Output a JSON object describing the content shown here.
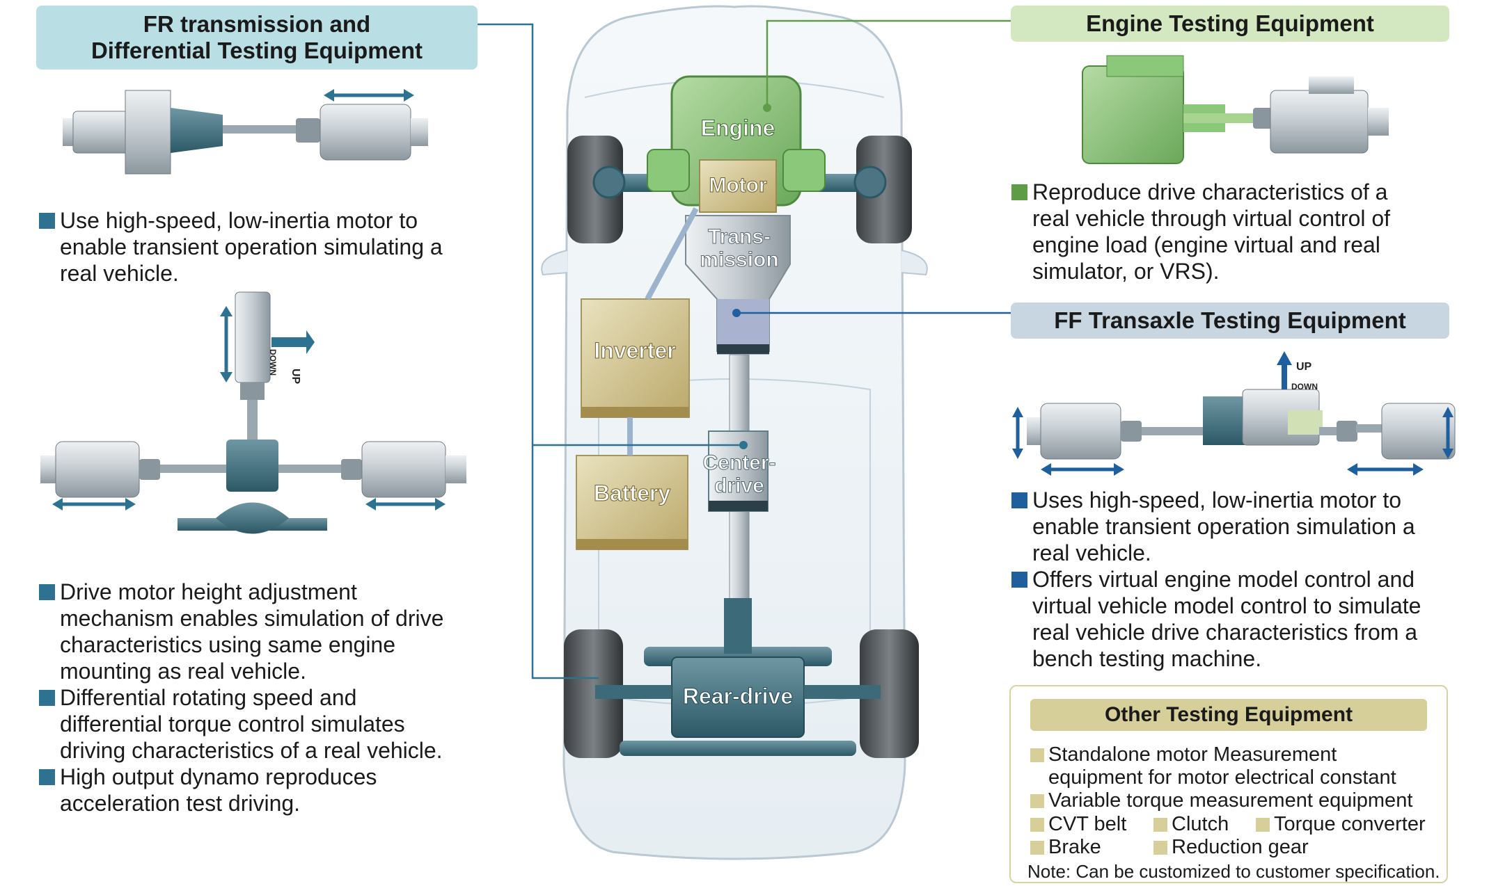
{
  "fr_section": {
    "title": "FR transmission and\nDifferential Testing Equipment",
    "bullets": [
      "Use high-speed, low-inertia motor to enable transient operation simulating a real vehicle.",
      "Drive motor height adjustment mechanism enables simulation of drive characteristics using same engine mounting as real vehicle.",
      "Differential rotating speed and differential torque control simulates driving characteristics of a real vehicle.",
      "High output dynamo reproduces acceleration test driving."
    ],
    "bullet_lines": [
      [
        "Use high-speed, low-inertia motor to",
        "enable transient operation simulating a",
        "real vehicle."
      ],
      [
        "Drive motor height adjustment",
        "mechanism enables simulation of drive",
        "characteristics using same engine",
        "mounting as real vehicle."
      ],
      [
        "Differential rotating speed and",
        "differential torque control simulates",
        "driving characteristics of a real vehicle."
      ],
      [
        "High output dynamo reproduces",
        "acceleration test driving."
      ]
    ],
    "arrow_labels": {
      "up": "UP",
      "down": "DOWN"
    }
  },
  "engine_section": {
    "title": "Engine Testing Equipment",
    "bullet_lines": [
      [
        "Reproduce drive characteristics of a",
        "real vehicle through virtual control of",
        "engine load (engine virtual and real",
        "simulator, or VRS)."
      ]
    ]
  },
  "ff_section": {
    "title": "FF Transaxle Testing Equipment",
    "bullet_lines": [
      [
        "Uses high-speed, low-inertia motor to",
        "enable transient operation simulation a",
        "real vehicle."
      ],
      [
        "Offers virtual engine model control and",
        "virtual vehicle model control to simulate",
        "real vehicle drive characteristics from a",
        "bench testing machine."
      ]
    ],
    "arrow_labels": {
      "up": "UP",
      "down": "DOWN"
    }
  },
  "other_section": {
    "title": "Other Testing Equipment",
    "items": [
      "Standalone motor  Measurement",
      "equipment for motor electrical constant",
      "Variable torque measurement equipment",
      "CVT belt",
      "Clutch",
      "Torque converter",
      "Brake",
      "Reduction gear"
    ],
    "note": "Note: Can be customized to customer specification."
  },
  "car_components": {
    "engine": "Engine",
    "motor": "Motor",
    "transmission_1": "Trans-",
    "transmission_2": "mission",
    "inverter": "Inverter",
    "battery": "Battery",
    "center_1": "Center-",
    "center_2": "drive",
    "rear": "Rear-drive"
  },
  "colors": {
    "fr_header": "#b9dfe5",
    "engine_header": "#d3e8c0",
    "ff_header": "#c7d6e0",
    "other_header": "#d7cf9a",
    "fr_bullet": "#2d7290",
    "engine_bullet": "#5e9d46",
    "ff_bullet": "#1f5f9e",
    "engine_block": "#8cc87a",
    "motor_block": "#c8b070",
    "battery_block": "#c7b97e",
    "leader_fr": "#2d7290",
    "leader_engine": "#5e9d46",
    "leader_ff": "#1f5f9e"
  }
}
